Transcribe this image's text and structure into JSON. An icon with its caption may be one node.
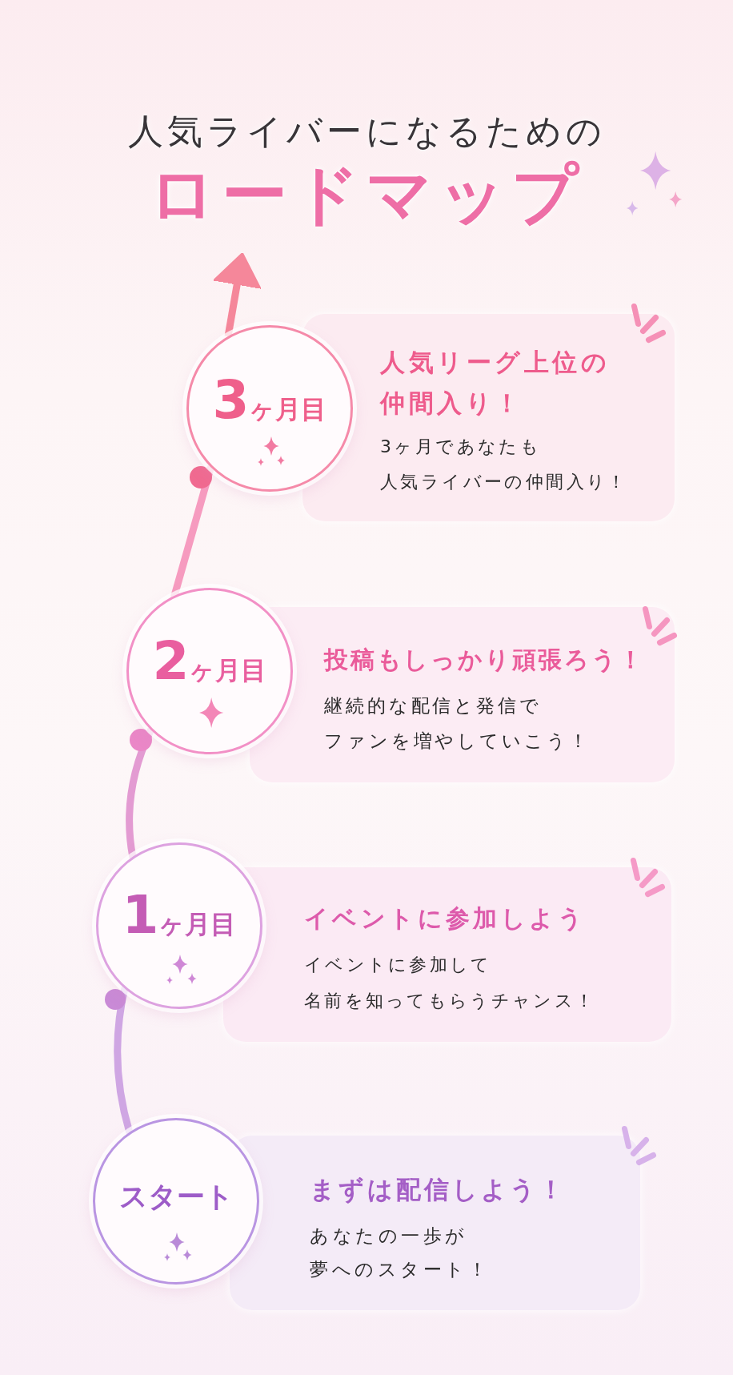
{
  "diagram": {
    "title": "人気ライバーになるための**ロードマップ**",
    "nodes": [
      {
        "text": [
          "3ヶ月目"
        ]
      },
      {
        "text": [
          "人気リーグ上位の仲間入り！",
          "3ヶ月であなたも人気ライバーの仲間入り！"
        ]
      },
      {
        "text": [
          "2ヶ月目"
        ]
      },
      {
        "text": [
          "投稿もしっかり頑張ろう！",
          "継続的な配信と発信でファンを増やしていこう！"
        ]
      },
      {
        "text": [
          "1ヶ月目"
        ]
      },
      {
        "text": [
          "イベントに参加しよう",
          "イベントに参加して名前を知ってもらうチャンス！"
        ]
      },
      {
        "text": [
          "スタート"
        ]
      },
      {
        "text": [
          "まずは配信しよう！",
          "あなたの一歩が夢へのスタート！"
        ]
      }
    ],
    "edges": [
      {
        "from": 6,
        "to": 4,
        "arrow": "none",
        "color": "#cfa6e3"
      },
      {
        "from": 4,
        "to": 2,
        "arrow": "none",
        "color": "#e39bd2"
      },
      {
        "from": 2,
        "to": 0,
        "arrow": "none",
        "color": "#f69bbf"
      },
      {
        "from": 0,
        "to": null,
        "arrow": "to",
        "color": "#f5879a"
      }
    ]
  }
}
